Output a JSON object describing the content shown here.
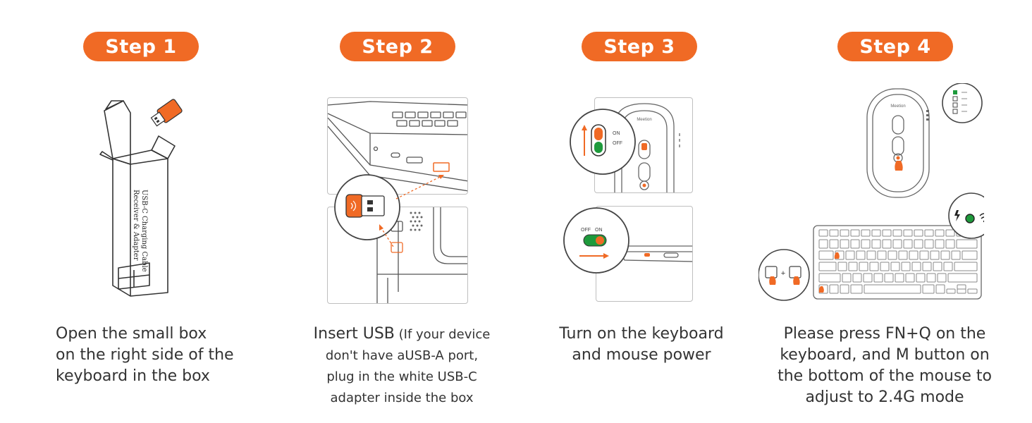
{
  "steps": [
    {
      "badge": "Step 1",
      "lines": [
        "Open the small box",
        "on the right side of the",
        "keyboard in the box"
      ],
      "box_label": [
        "USB-C Charging Cable",
        "Receiver & Adapter"
      ]
    },
    {
      "badge": "Step 2",
      "line1_main": "Insert USB",
      "line1_small": " (If your device",
      "lines_small": [
        "don't have aUSB-A port,",
        "plug in the white USB-C",
        "adapter inside the box"
      ]
    },
    {
      "badge": "Step 3",
      "lines": [
        "Turn on the keyboard",
        "and mouse power"
      ],
      "switch_on": "ON",
      "switch_off": "OFF",
      "brand": "Meetion"
    },
    {
      "badge": "Step 4",
      "lines": [
        "Please press FN+Q on the",
        "keyboard, and M button on",
        "the bottom of the mouse to",
        "adjust to 2.4G mode"
      ],
      "key_plus": "+",
      "brand": "Meetion"
    }
  ],
  "colors": {
    "accent": "#f06a25",
    "text": "#333333",
    "line": "#555555",
    "green": "#1e9a3c"
  }
}
